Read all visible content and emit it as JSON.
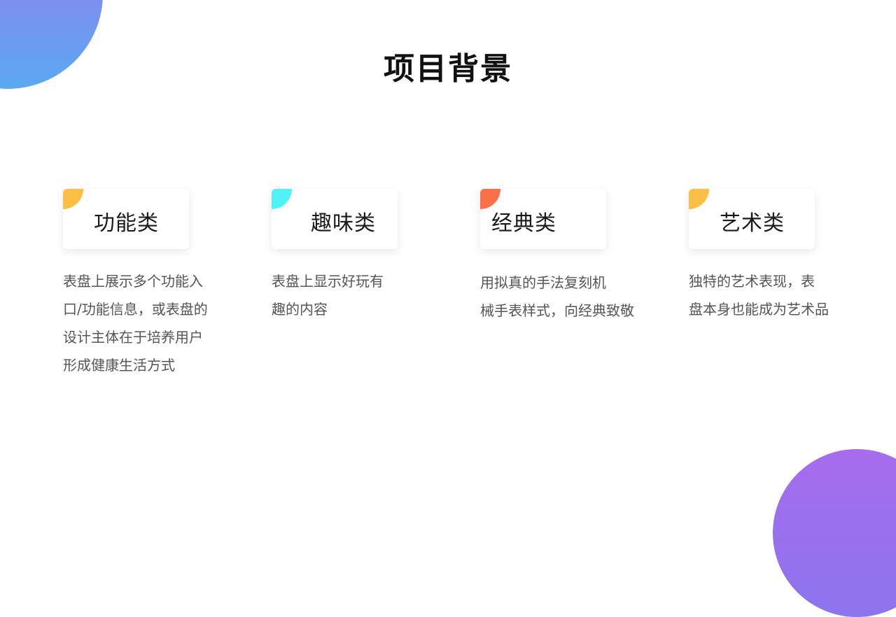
{
  "page": {
    "title": "项目背景"
  },
  "decor": {
    "top_left_blob": {
      "gradient": [
        "#8a86ef",
        "#5aa9f2"
      ]
    },
    "bottom_right_blob": {
      "gradient": [
        "#a76cee",
        "#8c74ee"
      ]
    }
  },
  "categories": [
    {
      "label": "功能类",
      "accent": "#fbbf45",
      "description": [
        "表盘上展示多个功能入",
        "口/功能信息，或表盘的",
        "设计主体在于培养用户",
        "形成健康生活方式"
      ]
    },
    {
      "label": "趣味类",
      "accent": "#4ff3f5",
      "description": [
        "表盘上显示好玩有",
        "趣的内容"
      ]
    },
    {
      "label": "经典类",
      "accent": "#fa7048",
      "description": [
        "用拟真的手法复刻机",
        "械手表样式，向经典致敬"
      ]
    },
    {
      "label": "艺术类",
      "accent": "#fbbf45",
      "description": [
        "独特的艺术表现，表",
        "盘本身也能成为艺术品"
      ]
    }
  ]
}
